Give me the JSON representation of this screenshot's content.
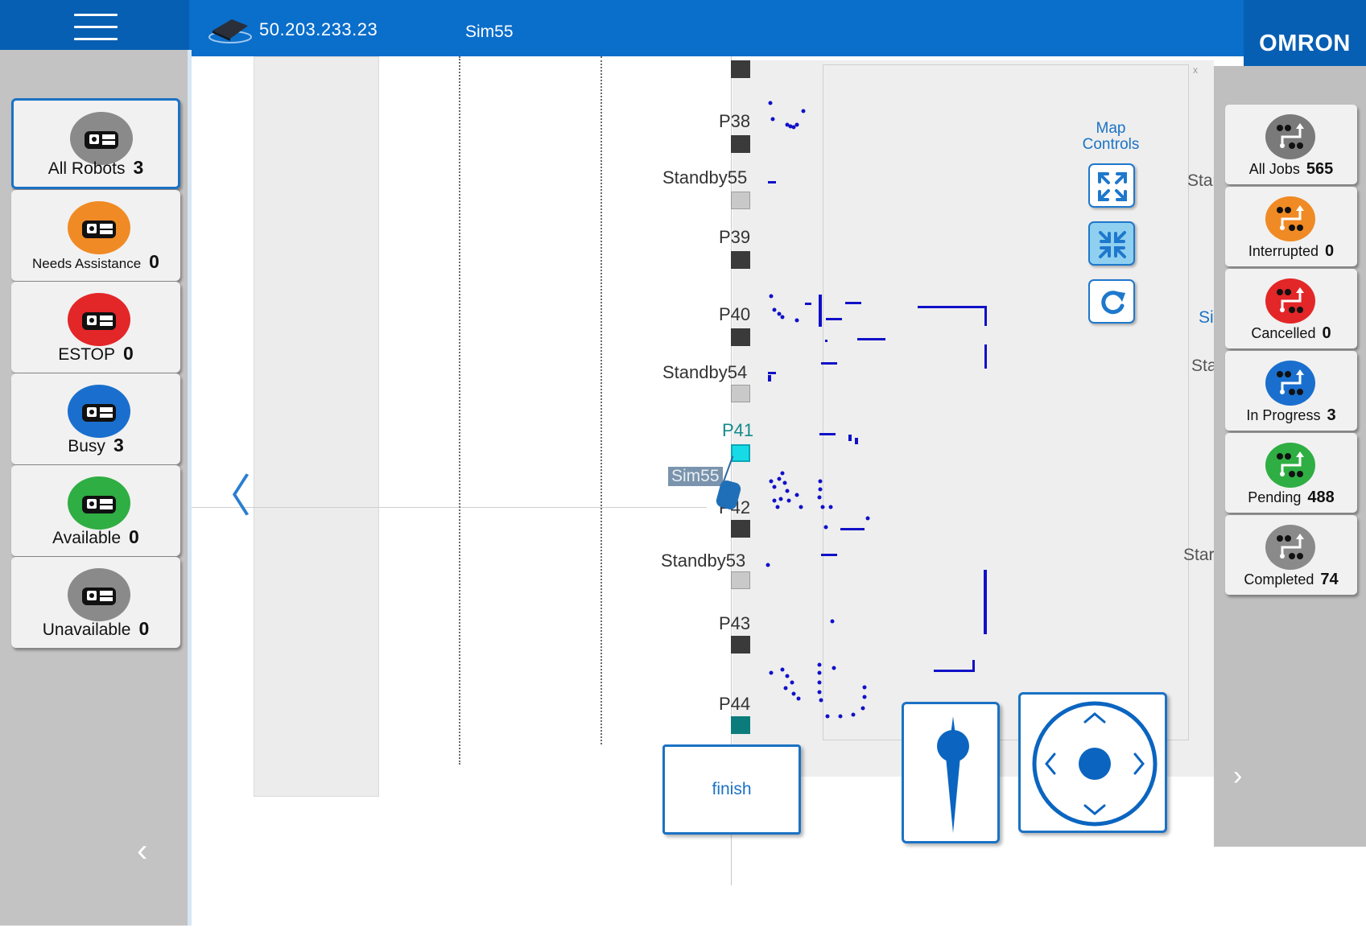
{
  "header": {
    "ip_address": "50.203.233.23",
    "robot_name": "Sim55",
    "logo": "OMRON"
  },
  "robot_status": [
    {
      "label": "All Robots",
      "count": "3",
      "color": "#8a8a8a",
      "selected": true
    },
    {
      "label": "Needs Assistance",
      "count": "0",
      "color": "#f08a24",
      "selected": false
    },
    {
      "label": "ESTOP",
      "count": "0",
      "color": "#e32628",
      "selected": false
    },
    {
      "label": "Busy",
      "count": "3",
      "color": "#1a6fce",
      "selected": false
    },
    {
      "label": "Available",
      "count": "0",
      "color": "#2fae43",
      "selected": false
    },
    {
      "label": "Unavailable",
      "count": "0",
      "color": "#8a8a8a",
      "selected": false
    }
  ],
  "job_status": [
    {
      "label": "All Jobs",
      "count": "565",
      "color": "#7a7a7a"
    },
    {
      "label": "Interrupted",
      "count": "0",
      "color": "#f08a24"
    },
    {
      "label": "Cancelled",
      "count": "0",
      "color": "#e32628"
    },
    {
      "label": "In Progress",
      "count": "3",
      "color": "#1a6fce"
    },
    {
      "label": "Pending",
      "count": "488",
      "color": "#2fae43"
    },
    {
      "label": "Completed",
      "count": "74",
      "color": "#8a8a8a"
    }
  ],
  "map": {
    "labels": [
      "P38",
      "Standby55",
      "P39",
      "P40",
      "Standby54",
      "P41",
      "P42",
      "Standby53",
      "P43",
      "P44"
    ],
    "robot_tag": "Sim55",
    "cut_labels": [
      "Star",
      "Sir",
      "Sta",
      "Star"
    ],
    "corner_mark": "x"
  },
  "map_controls": {
    "title_line1": "Map",
    "title_line2": "Controls"
  },
  "actions": {
    "finish_label": "finish"
  },
  "colors": {
    "header_blue": "#0a6ecb",
    "accent_blue": "#1b72c4",
    "map_point_blue": "#1010c8"
  }
}
